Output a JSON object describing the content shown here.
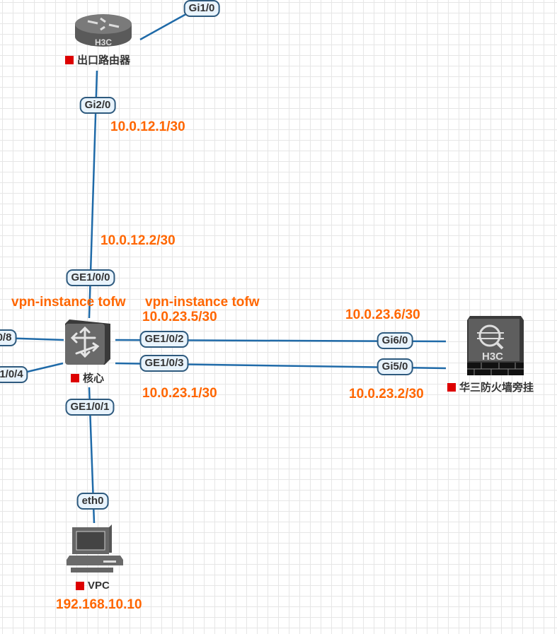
{
  "devices": {
    "router": {
      "name": "出口路由器",
      "brand": "H3C",
      "icon": "router-icon"
    },
    "core": {
      "name": "核心",
      "icon": "switch-icon"
    },
    "firewall": {
      "name": "华三防火墙旁挂",
      "brand": "H3C",
      "icon": "firewall-icon"
    },
    "vpc": {
      "name": "VPC",
      "icon": "pc-icon",
      "ip": "192.168.10.10"
    }
  },
  "ports": {
    "router_gi1": "Gi1/0",
    "router_gi2": "Gi2/0",
    "core_ge0": "GE1/0/0",
    "core_ge1": "GE1/0/1",
    "core_ge2": "GE1/0/2",
    "core_ge3": "GE1/0/3",
    "core_left_top": "0/8",
    "core_left_bottom": "1/0/4",
    "fw_gi6": "Gi6/0",
    "fw_gi5": "Gi5/0",
    "vpc_eth0": "eth0"
  },
  "ips": {
    "router_gi2": "10.0.12.1/30",
    "core_ge0": "10.0.12.2/30",
    "core_ge2": "10.0.23.5/30",
    "core_ge3": "10.0.23.1/30",
    "fw_gi6": "10.0.23.6/30",
    "fw_gi5": "10.0.23.2/30"
  },
  "annotations": {
    "vpn_left": "vpn-instance tofw",
    "vpn_right": "vpn-instance tofw"
  },
  "colors": {
    "link": "#1f6aa8",
    "ip_text": "#ff6600",
    "status_marker": "#dd0000"
  }
}
